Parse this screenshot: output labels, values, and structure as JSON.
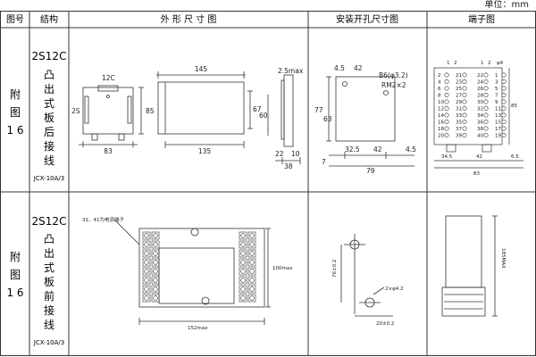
{
  "unit_label": "单位：mm",
  "headers": {
    "fig_no": "图号",
    "structure": "结构",
    "outline": "外 形 尺 寸 图",
    "cutout": "安装开孔尺寸图",
    "terminal": "端子图"
  },
  "rows": [
    {
      "fig_chars": [
        "附",
        "图",
        "1 6"
      ],
      "structure_code": "2S12C",
      "structure_chars": [
        "凸",
        "出",
        "式",
        "板",
        "后",
        "接",
        "线"
      ],
      "model": "JCX-10A/3"
    },
    {
      "fig_chars": [
        "附",
        "图",
        "1 6"
      ],
      "structure_code": "2S12C",
      "structure_chars": [
        "凸",
        "出",
        "式",
        "板",
        "前",
        "接",
        "线"
      ],
      "model": "JCX-10A/3"
    }
  ],
  "row1": {
    "front": {
      "label_12c": "12C",
      "label_2s": "2S",
      "w": "83",
      "h": "85"
    },
    "side": {
      "top": "145",
      "bottom": "135",
      "h": "67",
      "h2": "60"
    },
    "end": {
      "t": "2.5max",
      "a": "22",
      "b": "10",
      "c": "38"
    },
    "cutout": {
      "a": "4.5",
      "b": "42",
      "screw": "B6(φ3.2)",
      "rm": "RM2×2",
      "h1": "77",
      "h2": "63",
      "l1": "32.5",
      "l2": "42",
      "l3": "4.5",
      "total": "79",
      "offset": "7"
    },
    "terminal": {
      "phi": "φ4",
      "top_left": [
        "1",
        "2"
      ],
      "top_right": [
        "1",
        "2"
      ],
      "left_nums": [
        "2",
        "4",
        "6",
        "8",
        "10",
        "12",
        "14",
        "16",
        "18",
        "20"
      ],
      "mid_left": [
        "21",
        "23",
        "25",
        "27",
        "29",
        "31",
        "33",
        "35",
        "37",
        "39"
      ],
      "mid_right": [
        "22",
        "24",
        "26",
        "28",
        "30",
        "32",
        "34",
        "36",
        "38",
        "40"
      ],
      "right_nums": [
        "1",
        "3",
        "5",
        "7",
        "9",
        "11",
        "13",
        "15",
        "17",
        "19"
      ],
      "d1": "34.5",
      "d2": "42",
      "d3": "6.5",
      "total": "83",
      "h": "85"
    }
  },
  "row2": {
    "front": {
      "note": "31、41为电流端子",
      "width": "152max",
      "height": "100max"
    },
    "cutout": {
      "h": "76±0.2",
      "holes": "2×φ4.2",
      "w": "20±0.2"
    },
    "terminal": {
      "h": "185MAX"
    }
  }
}
